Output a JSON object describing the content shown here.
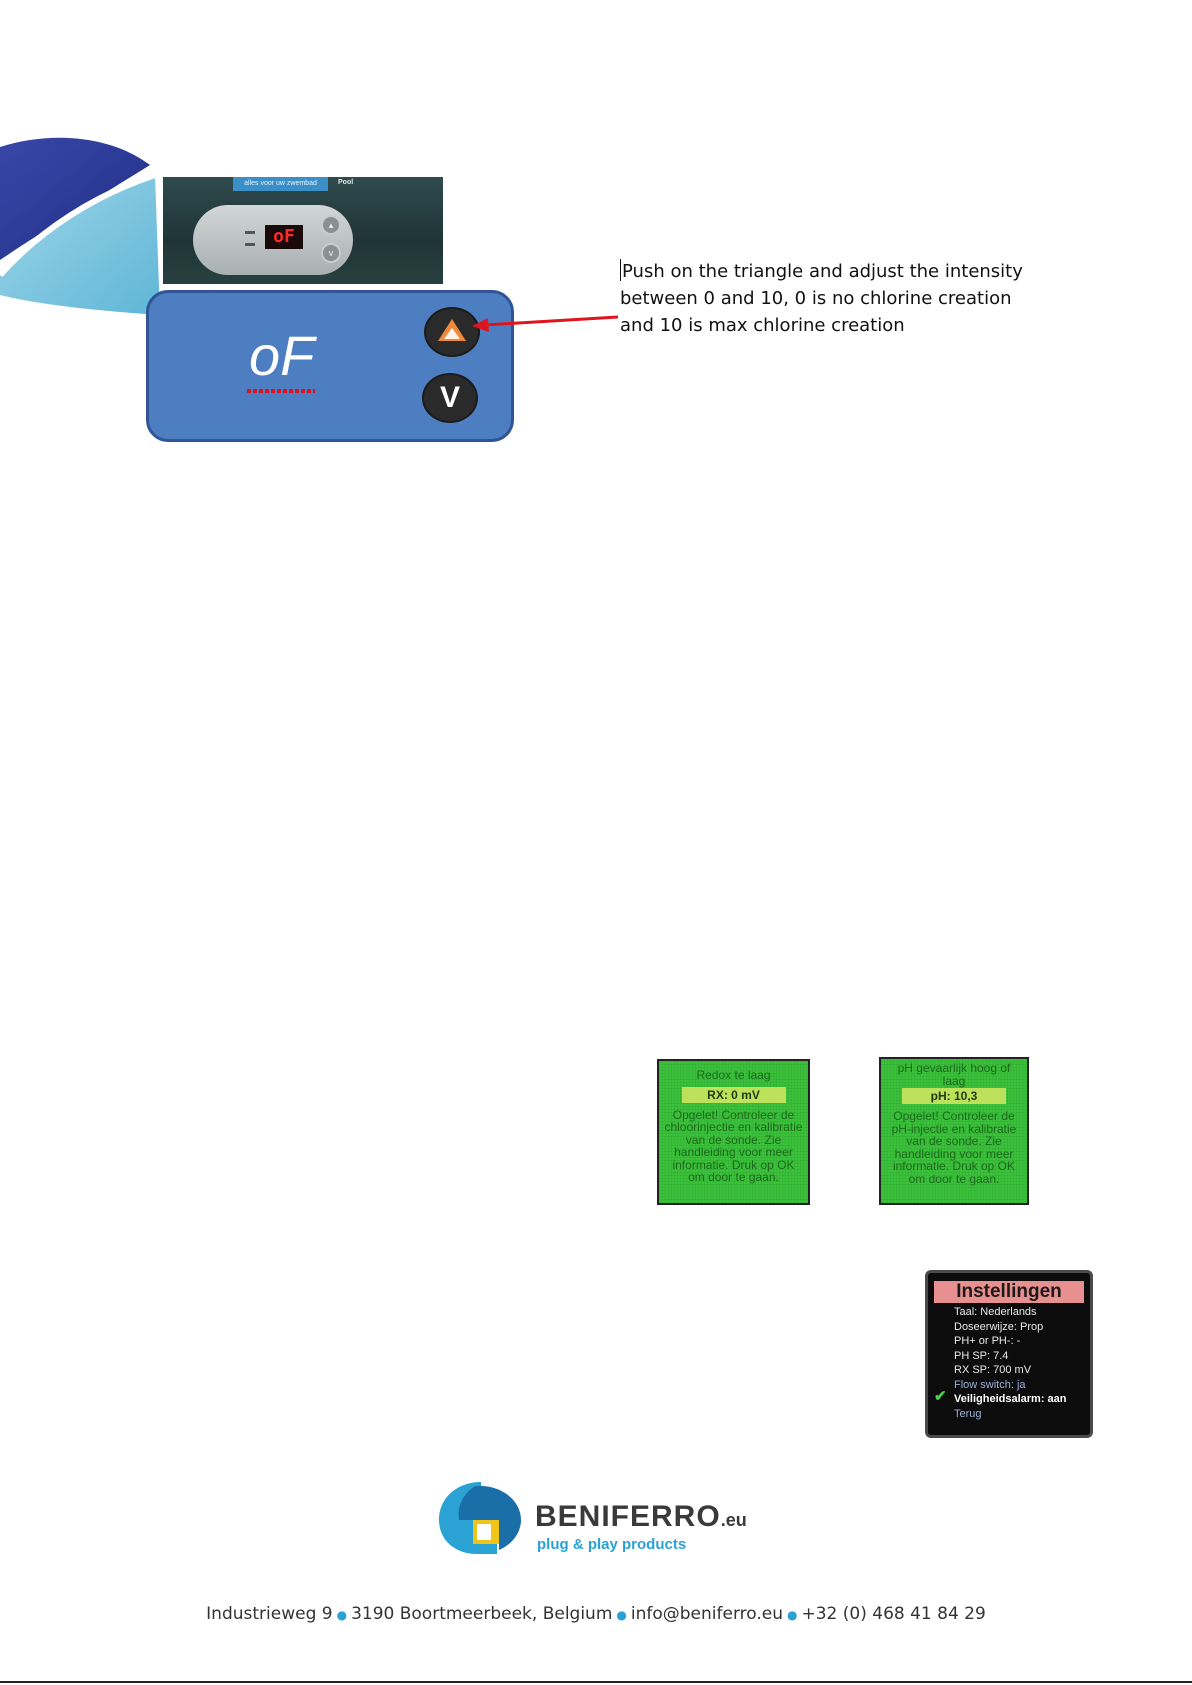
{
  "instruction": {
    "line1": "Push on the triangle and adjust the intensity",
    "line2": "between 0 and 10, 0 is no chlorine creation",
    "line3": "and 10 is max chlorine creation"
  },
  "device_photo": {
    "label": "alles voor uw zwembad",
    "brand": "Pool",
    "led_display": "oF"
  },
  "control_panel": {
    "display": "oF",
    "up_icon": "triangle-up-icon",
    "down_label": "V"
  },
  "screen_redox": {
    "title": "Redox te laag",
    "value": "RX: 0 mV",
    "body": "Opgelet! Controleer de chloorinjectie en kalibratie van de sonde. Zie handleiding voor meer informatie. Druk op OK om door te gaan."
  },
  "screen_ph": {
    "title": "pH gevaarlijk hoog of laag",
    "value": "pH: 10,3",
    "body": "Opgelet! Controleer de pH-injectie en kalibratie van de sonde. Zie handleiding voor meer informatie. Druk op OK om door te gaan."
  },
  "settings": {
    "title": "Instellingen",
    "items": [
      "Taal: Nederlands",
      "Doseerwijze: Prop",
      "PH+ or PH-: -",
      "PH SP: 7.4",
      "RX SP: 700 mV",
      "Flow switch: ja",
      "Veiligheidsalarm: aan",
      "Terug"
    ]
  },
  "logo": {
    "word": "BENIFERRO",
    "suffix": ".eu",
    "tagline": "plug & play products"
  },
  "footer": {
    "street": "Industrieweg 9",
    "city": "3190 Boortmeerbeek, Belgium",
    "email": "info@beniferro.eu",
    "phone": "+32 (0) 468 41 84 29"
  },
  "colors": {
    "panel_blue": "#4e7ec2",
    "arrow_red": "#e0141e",
    "screen_green": "#3bc23b",
    "brand_cyan": "#2aa3d4"
  }
}
